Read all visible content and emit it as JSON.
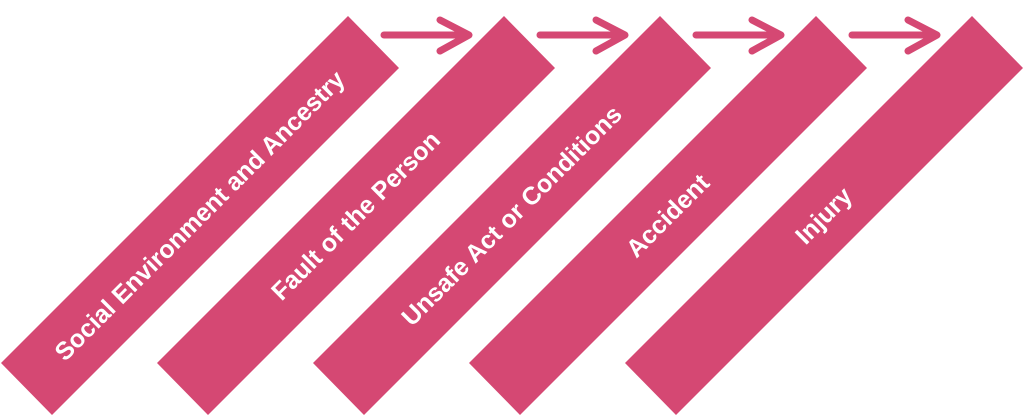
{
  "diagram": {
    "color": "#d54873",
    "background": "#ffffff",
    "steps": [
      {
        "label": "Social Environment and Ancestry"
      },
      {
        "label": "Fault of the Person"
      },
      {
        "label": "Unsafe Act or Conditions"
      },
      {
        "label": "Accident"
      },
      {
        "label": "Injury"
      }
    ],
    "connectors": 4
  }
}
